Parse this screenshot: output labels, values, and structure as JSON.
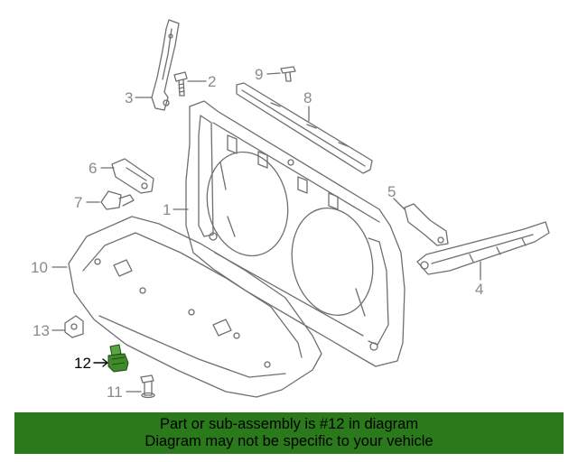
{
  "colors": {
    "line": "#6f6f6f",
    "callout_text": "#8a8a8a",
    "highlight_part": "#3f8a2a",
    "banner_background": "#2a7a1c",
    "banner_text": "#000000"
  },
  "callouts": {
    "c1": "1",
    "c2": "2",
    "c3": "3",
    "c4": "4",
    "c5": "5",
    "c6": "6",
    "c7": "7",
    "c8": "8",
    "c9": "9",
    "c10": "10",
    "c11": "11",
    "c12": "12",
    "c13": "13"
  },
  "highlighted_part": "12",
  "banner": {
    "line1": "Part or sub-assembly is #12 in diagram",
    "line2": "Diagram may not be specific to your vehicle"
  }
}
